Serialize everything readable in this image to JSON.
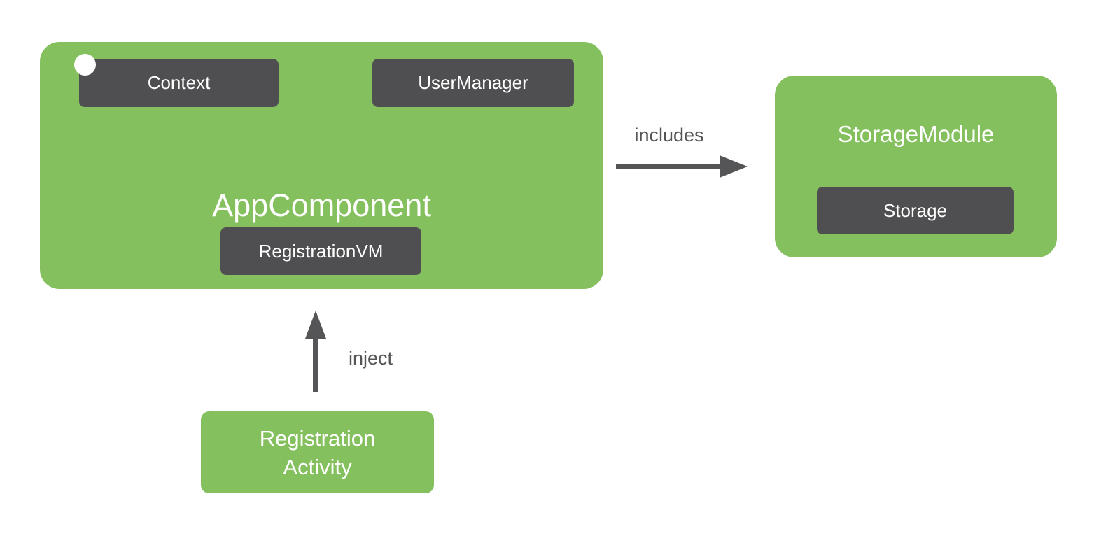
{
  "diagram": {
    "nodes": {
      "app_component": {
        "label": "AppComponent",
        "dependencies": {
          "context": "Context",
          "user_manager": "UserManager",
          "registration_vm": "RegistrationVM"
        }
      },
      "storage_module": {
        "label": "StorageModule",
        "dependencies": {
          "storage": "Storage"
        }
      },
      "registration_activity": {
        "label_line1": "Registration",
        "label_line2": "Activity"
      }
    },
    "edges": {
      "includes": {
        "label": "includes",
        "from": "AppComponent",
        "to": "StorageModule"
      },
      "inject": {
        "label": "inject",
        "from": "Registration Activity",
        "to": "AppComponent"
      }
    },
    "colors": {
      "node_green": "#85c05e",
      "inner_box_dark": "#4f4f51",
      "arrow_gray": "#555557",
      "text_white": "#ffffff",
      "background": "#ffffff"
    }
  }
}
